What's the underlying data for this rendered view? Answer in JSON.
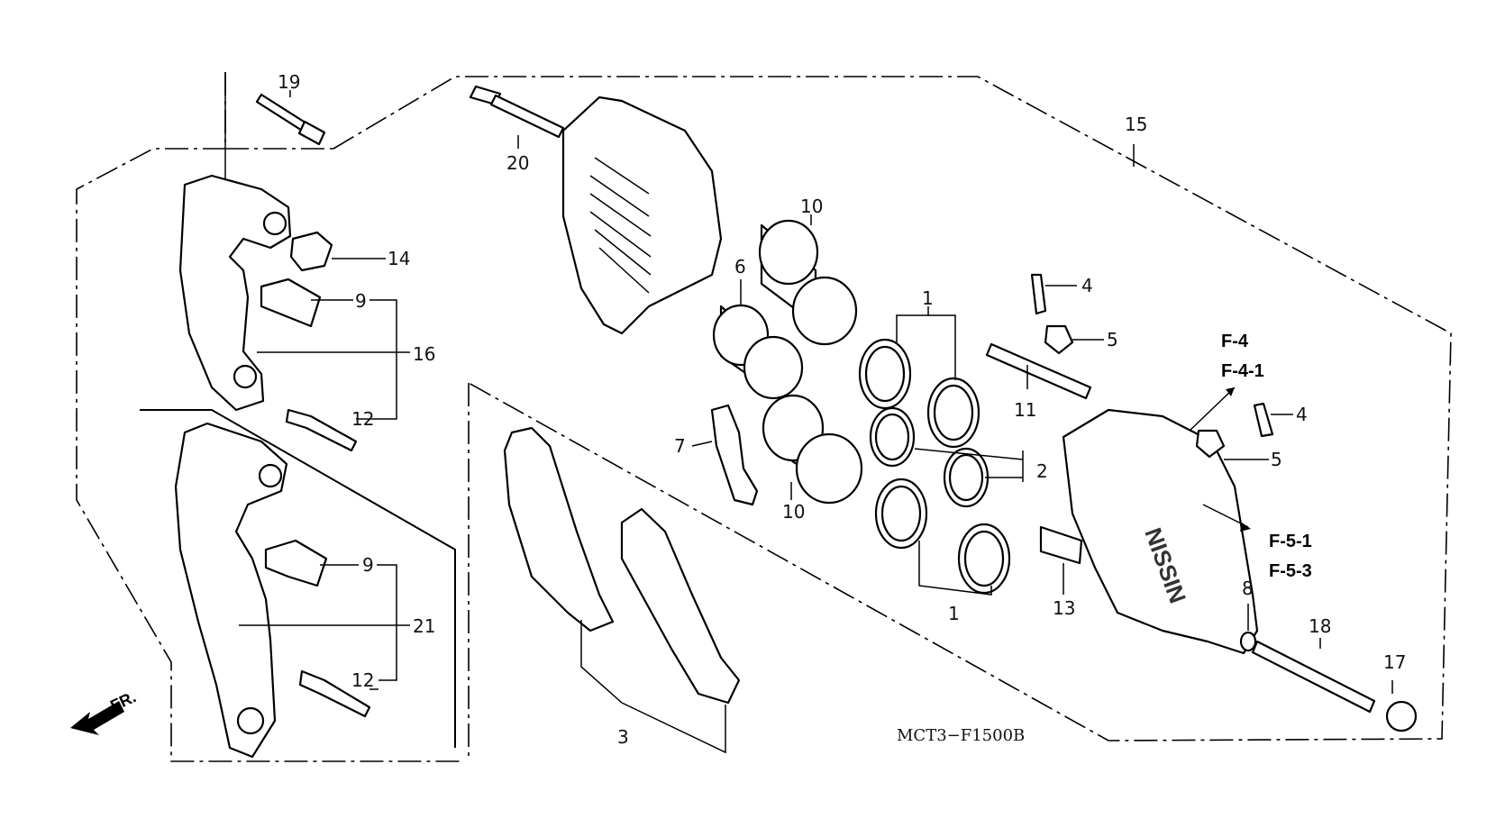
{
  "diagram": {
    "code": "MCT3−F1500B",
    "front_label": "FR.",
    "brand_mark": "NISSIN",
    "callouts": {
      "c19": "19",
      "c20": "20",
      "c15": "15",
      "c14": "14",
      "c9a": "9",
      "c16": "16",
      "c12a": "12",
      "c10a": "10",
      "c6": "6",
      "c1a": "1",
      "c4a": "4",
      "c5a": "5",
      "c11": "11",
      "c4b": "4",
      "c5b": "5",
      "c7": "7",
      "c10b": "10",
      "c2": "2",
      "c1b": "1",
      "c13": "13",
      "c8": "8",
      "c18": "18",
      "c17": "17",
      "c9b": "9",
      "c21": "21",
      "c12b": "12",
      "c3": "3"
    },
    "references": {
      "f4": "F-4",
      "f41": "F-4-1",
      "f51": "F-5-1",
      "f53": "F-5-3"
    }
  }
}
